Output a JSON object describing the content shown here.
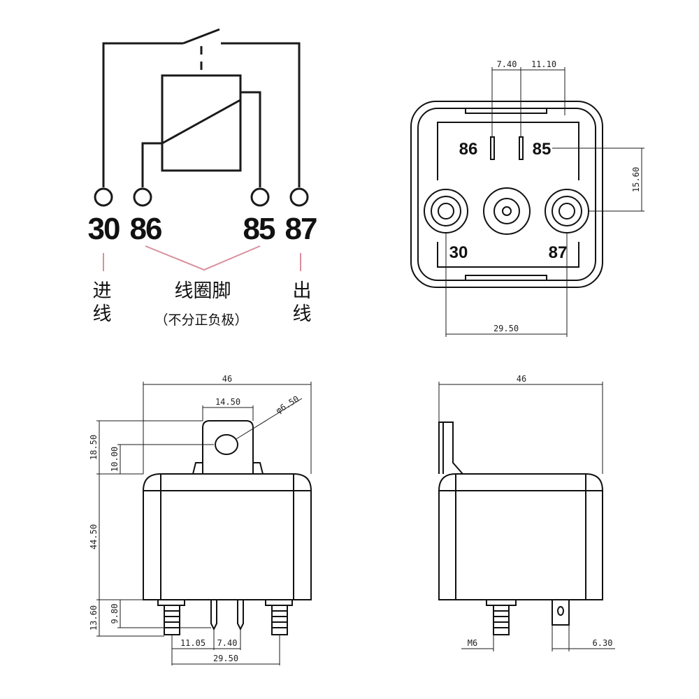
{
  "schematic": {
    "pins": [
      "30",
      "86",
      "85",
      "87"
    ],
    "labels": {
      "input_line": [
        "进",
        "线"
      ],
      "coil_pins": "线圈脚",
      "coil_note": "（不分正负极）",
      "output_line": [
        "出",
        "线"
      ]
    }
  },
  "top_view": {
    "terminal_labels": {
      "pin86": "86",
      "pin85": "85",
      "pin30": "30",
      "pin87": "87"
    },
    "dimensions": {
      "coil_pin_left": "7.40",
      "coil_pin_right": "11.10",
      "height": "15.60",
      "terminal_spacing": "29.50"
    }
  },
  "front_view": {
    "dimensions": {
      "width": "46",
      "bracket_width": "14.50",
      "hole_diameter": "φ6.50",
      "bracket_height": "18.50",
      "hole_offset": "10.00",
      "body_height": "44.50",
      "stud_length": "13.60",
      "spade_length": "9.80",
      "offset_left": "11.05",
      "offset_right": "7.40",
      "terminal_spacing": "29.50"
    }
  },
  "side_view": {
    "dimensions": {
      "width": "46",
      "stud_thread": "M6",
      "spade_width": "6.30"
    }
  },
  "colors": {
    "line": "#1a1a1a",
    "annotation": "#d98f9d",
    "background": "#ffffff"
  }
}
